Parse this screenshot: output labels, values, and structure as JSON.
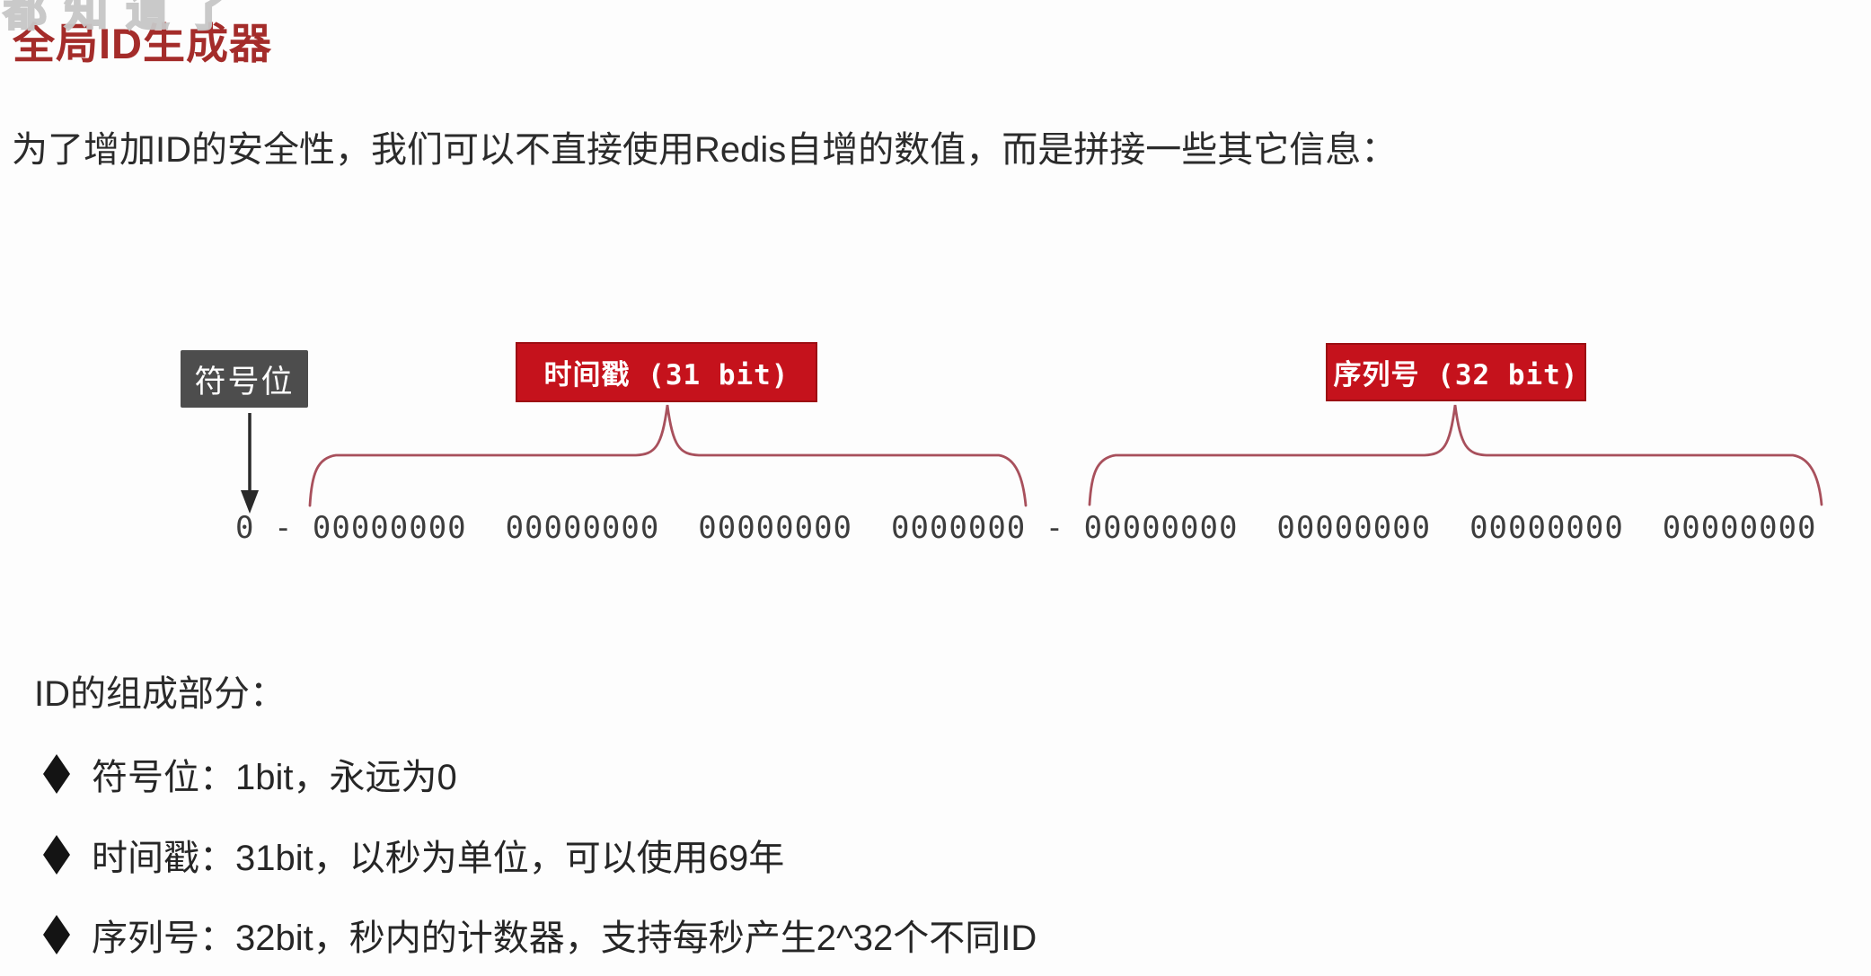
{
  "watermark": {
    "text": "都知道了"
  },
  "header": {
    "title": "全局ID生成器",
    "title_color": "#a42c2a"
  },
  "intro": {
    "text": "为了增加ID的安全性，我们可以不直接使用Redis自增的数值，而是拼接一些其它信息："
  },
  "diagram": {
    "sign_bit_label": "符号位",
    "timestamp_label": "时间戳 (31 bit)",
    "sequence_label": "序列号 (32 bit)",
    "bits_row": "0 - 00000000  00000000  00000000  0000000 - 00000000  00000000  00000000  00000000",
    "structure": {
      "sign_bits": 1,
      "timestamp_bits": 31,
      "sequence_bits": 32
    },
    "colors": {
      "red_box_bg": "#c5121c",
      "red_box_border": "#9c0e13",
      "gray_box_bg": "#4d4d4d",
      "brace_stroke": "#a8505c",
      "arrow": "#2a2a2a",
      "bits_text": "#3d3d3d"
    }
  },
  "composition": {
    "heading": "ID的组成部分：",
    "items": [
      "符号位：1bit，永远为0",
      "时间戳：31bit，以秒为单位，可以使用69年",
      "序列号：32bit，秒内的计数器，支持每秒产生2^32个不同ID"
    ]
  }
}
